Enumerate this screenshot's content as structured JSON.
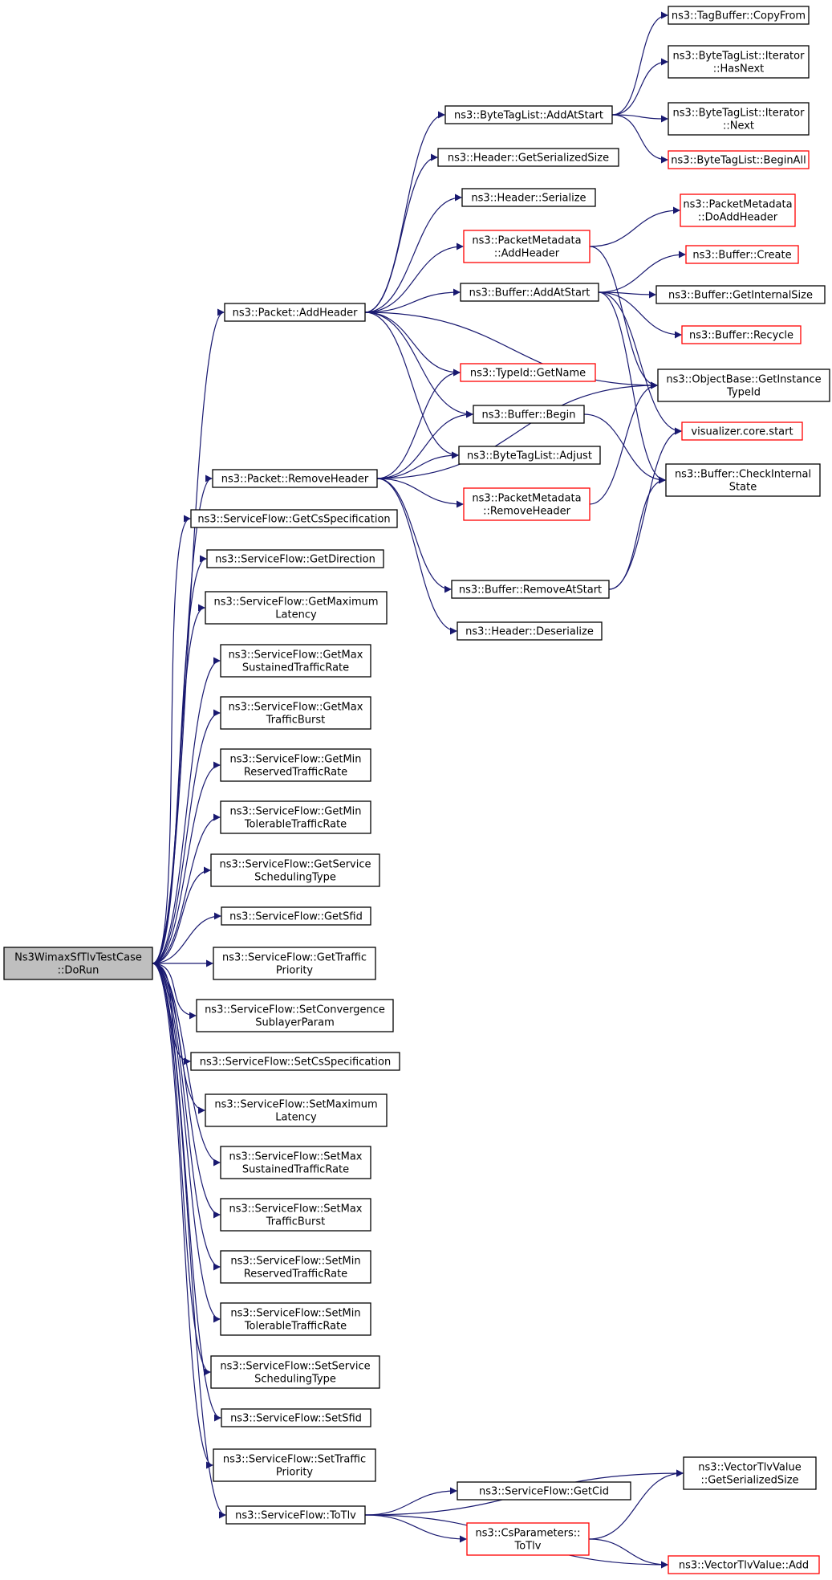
{
  "colors": {
    "edge": "#191970",
    "node_border": "#000000",
    "node_border_link": "#ff0000",
    "root_fill": "#bfbfbf",
    "node_fill": "#ffffff"
  },
  "nodes": [
    {
      "id": "root",
      "lines": [
        "Ns3WimaxSfTlvTestCase",
        "::DoRun"
      ]
    },
    {
      "id": "pkt_addheader",
      "lines": [
        "ns3::Packet::AddHeader"
      ]
    },
    {
      "id": "pkt_removeheader",
      "lines": [
        "ns3::Packet::RemoveHeader"
      ]
    },
    {
      "id": "sf_getcsspec",
      "lines": [
        "ns3::ServiceFlow::GetCsSpecification"
      ]
    },
    {
      "id": "sf_getdirection",
      "lines": [
        "ns3::ServiceFlow::GetDirection"
      ]
    },
    {
      "id": "sf_getmaxlatency",
      "lines": [
        "ns3::ServiceFlow::GetMaximum",
        "Latency"
      ]
    },
    {
      "id": "sf_getmaxsustained",
      "lines": [
        "ns3::ServiceFlow::GetMax",
        "SustainedTrafficRate"
      ]
    },
    {
      "id": "sf_getmaxburst",
      "lines": [
        "ns3::ServiceFlow::GetMax",
        "TrafficBurst"
      ]
    },
    {
      "id": "sf_getminreserved",
      "lines": [
        "ns3::ServiceFlow::GetMin",
        "ReservedTrafficRate"
      ]
    },
    {
      "id": "sf_getmintolerable",
      "lines": [
        "ns3::ServiceFlow::GetMin",
        "TolerableTrafficRate"
      ]
    },
    {
      "id": "sf_getsched",
      "lines": [
        "ns3::ServiceFlow::GetService",
        "SchedulingType"
      ]
    },
    {
      "id": "sf_getsfid",
      "lines": [
        "ns3::ServiceFlow::GetSfid"
      ]
    },
    {
      "id": "sf_gettrafficprio",
      "lines": [
        "ns3::ServiceFlow::GetTraffic",
        "Priority"
      ]
    },
    {
      "id": "sf_setconv",
      "lines": [
        "ns3::ServiceFlow::SetConvergence",
        "SublayerParam"
      ]
    },
    {
      "id": "sf_setcsspec",
      "lines": [
        "ns3::ServiceFlow::SetCsSpecification"
      ]
    },
    {
      "id": "sf_setmaxlatency",
      "lines": [
        "ns3::ServiceFlow::SetMaximum",
        "Latency"
      ]
    },
    {
      "id": "sf_setmaxsustained",
      "lines": [
        "ns3::ServiceFlow::SetMax",
        "SustainedTrafficRate"
      ]
    },
    {
      "id": "sf_setmaxburst",
      "lines": [
        "ns3::ServiceFlow::SetMax",
        "TrafficBurst"
      ]
    },
    {
      "id": "sf_setminreserved",
      "lines": [
        "ns3::ServiceFlow::SetMin",
        "ReservedTrafficRate"
      ]
    },
    {
      "id": "sf_setmintolerable",
      "lines": [
        "ns3::ServiceFlow::SetMin",
        "TolerableTrafficRate"
      ]
    },
    {
      "id": "sf_setsched",
      "lines": [
        "ns3::ServiceFlow::SetService",
        "SchedulingType"
      ]
    },
    {
      "id": "sf_setsfid",
      "lines": [
        "ns3::ServiceFlow::SetSfid"
      ]
    },
    {
      "id": "sf_settrafficprio",
      "lines": [
        "ns3::ServiceFlow::SetTraffic",
        "Priority"
      ]
    },
    {
      "id": "sf_totlv",
      "lines": [
        "ns3::ServiceFlow::ToTlv"
      ]
    },
    {
      "id": "btl_addatstart",
      "lines": [
        "ns3::ByteTagList::AddAtStart"
      ]
    },
    {
      "id": "hdr_getsersize",
      "lines": [
        "ns3::Header::GetSerializedSize"
      ]
    },
    {
      "id": "hdr_serialize",
      "lines": [
        "ns3::Header::Serialize"
      ]
    },
    {
      "id": "pm_addheader",
      "lines": [
        "ns3::PacketMetadata",
        "::AddHeader"
      ]
    },
    {
      "id": "buf_addatstart",
      "lines": [
        "ns3::Buffer::AddAtStart"
      ]
    },
    {
      "id": "typeid_getname",
      "lines": [
        "ns3::TypeId::GetName"
      ]
    },
    {
      "id": "buf_begin",
      "lines": [
        "ns3::Buffer::Begin"
      ]
    },
    {
      "id": "btl_adjust",
      "lines": [
        "ns3::ByteTagList::Adjust"
      ]
    },
    {
      "id": "pm_removeheader",
      "lines": [
        "ns3::PacketMetadata",
        "::RemoveHeader"
      ]
    },
    {
      "id": "buf_removeatstart",
      "lines": [
        "ns3::Buffer::RemoveAtStart"
      ]
    },
    {
      "id": "hdr_deserialize",
      "lines": [
        "ns3::Header::Deserialize"
      ]
    },
    {
      "id": "sf_getcid",
      "lines": [
        "ns3::ServiceFlow::GetCid"
      ]
    },
    {
      "id": "csp_totlv",
      "lines": [
        "ns3::CsParameters::",
        "ToTlv"
      ]
    },
    {
      "id": "tagbuf_copyfrom",
      "lines": [
        "ns3::TagBuffer::CopyFrom"
      ]
    },
    {
      "id": "btl_it_hasnext",
      "lines": [
        "ns3::ByteTagList::Iterator",
        "::HasNext"
      ]
    },
    {
      "id": "btl_it_next",
      "lines": [
        "ns3::ByteTagList::Iterator",
        "::Next"
      ]
    },
    {
      "id": "btl_beginall",
      "lines": [
        "ns3::ByteTagList::BeginAll"
      ]
    },
    {
      "id": "pm_doaddheader",
      "lines": [
        "ns3::PacketMetadata",
        "::DoAddHeader"
      ]
    },
    {
      "id": "buf_create",
      "lines": [
        "ns3::Buffer::Create"
      ]
    },
    {
      "id": "buf_getinternalsize",
      "lines": [
        "ns3::Buffer::GetInternalSize"
      ]
    },
    {
      "id": "buf_recycle",
      "lines": [
        "ns3::Buffer::Recycle"
      ]
    },
    {
      "id": "ob_getinstancetypeid",
      "lines": [
        "ns3::ObjectBase::GetInstance",
        "TypeId"
      ]
    },
    {
      "id": "viz_core_start",
      "lines": [
        "visualizer.core.start"
      ]
    },
    {
      "id": "buf_checkinternalstate",
      "lines": [
        "ns3::Buffer::CheckInternal",
        "State"
      ]
    },
    {
      "id": "vtv_getsersize",
      "lines": [
        "ns3::VectorTlvValue",
        "::GetSerializedSize"
      ]
    },
    {
      "id": "vtv_add",
      "lines": [
        "ns3::VectorTlvValue::Add"
      ]
    }
  ]
}
